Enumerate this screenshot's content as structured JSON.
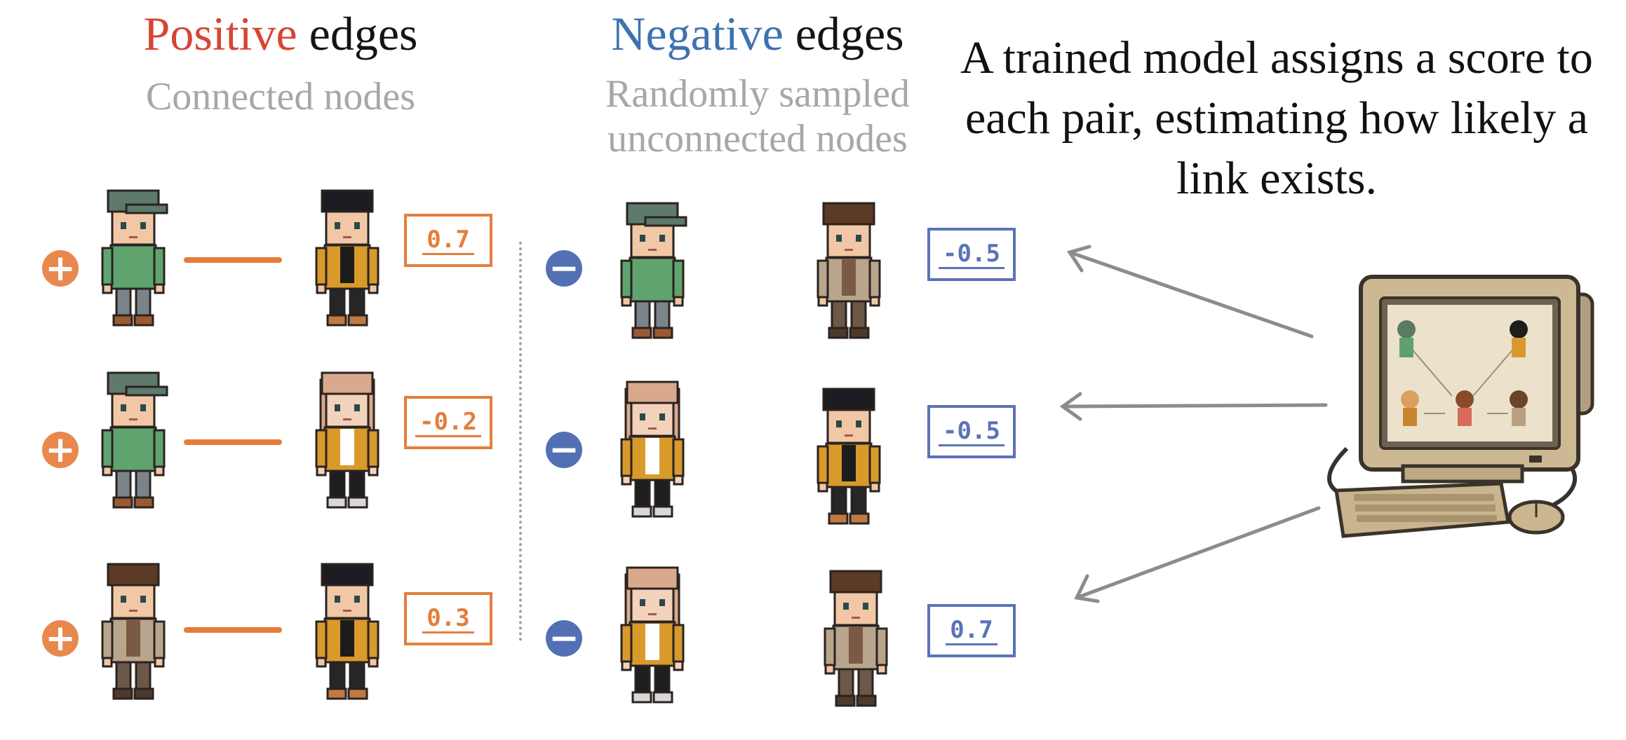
{
  "positive": {
    "title_colored": "Positive",
    "title_rest": "edges",
    "subtitle": "Connected nodes",
    "rows": [
      {
        "left": "green-cap-boy",
        "right": "black-hair-yellow-jacket",
        "score": "0.7"
      },
      {
        "left": "green-cap-boy",
        "right": "blonde-girl",
        "score": "-0.2"
      },
      {
        "left": "brown-hair-trench-coat",
        "right": "black-hair-yellow-jacket",
        "score": "0.3"
      }
    ]
  },
  "negative": {
    "title_colored": "Negative",
    "title_rest": "edges",
    "subtitle": "Randomly sampled unconnected nodes",
    "rows": [
      {
        "left": "green-cap-boy",
        "right": "brown-hair-trench-coat",
        "score": "-0.5"
      },
      {
        "left": "blonde-girl",
        "right": "black-hair-yellow-jacket",
        "score": "-0.5"
      },
      {
        "left": "blonde-girl",
        "right": "brown-hair-trench-coat",
        "score": "0.7"
      }
    ]
  },
  "caption": "A trained model assigns a score to each pair, estimating how likely a link exists.",
  "badges": {
    "plus": "+",
    "minus": "−"
  },
  "colors": {
    "positive_title": "#d64535",
    "negative_title": "#3e72b0",
    "positive_accent": "#e37e3d",
    "negative_accent": "#5a73b8",
    "subtitle": "#a7a7a7",
    "arrow": "#8c8c8c"
  },
  "icons": [
    "computer-icon",
    "keyboard-icon",
    "mouse-icon"
  ]
}
